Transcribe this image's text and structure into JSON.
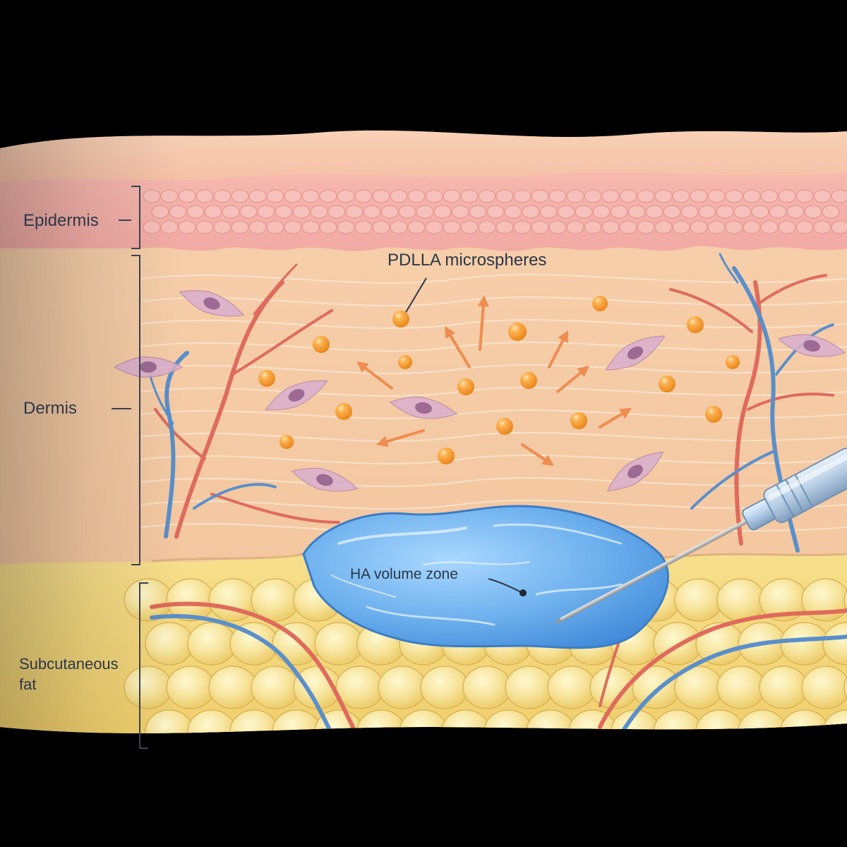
{
  "labels": {
    "epidermis": "Epidermis",
    "dermis": "Dermis",
    "subcutaneous_line1": "Subcutaneous",
    "subcutaneous_line2": "fat",
    "microspheres": "PDLLA microspheres",
    "ha_zone": "HA volume zone"
  },
  "colors": {
    "background": "#000000",
    "epidermis": "#f2b3ad",
    "dermis": "#f6cfa9",
    "subcutaneous_fat": "#f6de7e",
    "microsphere": "#f39a28",
    "ha_gel": "#79b6ea",
    "artery": "#df6b5c",
    "vein": "#5a8fca",
    "fibroblast": "#c89abc",
    "arrow": "#ef8c4f"
  },
  "icons": {
    "injection": "syringe-icon",
    "flow": "arrow-icon"
  }
}
